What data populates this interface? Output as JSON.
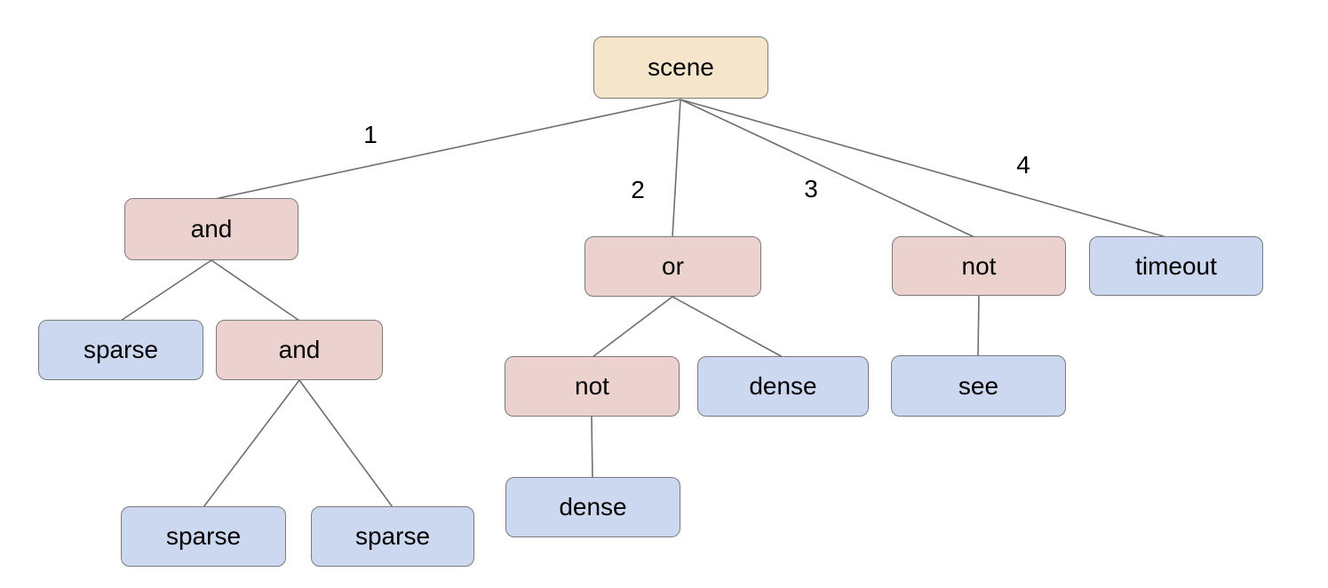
{
  "diagram": {
    "background": "#ffffff",
    "colors": {
      "root_fill": "#f5e6cb",
      "operator_fill": "#ecd2cf",
      "leaf_fill": "#ccd8f0",
      "node_border": "#7b7b7b",
      "edge_line": "#6e6e6e",
      "text": "#000000"
    },
    "nodes": [
      {
        "id": "scene",
        "label": "scene",
        "role": "root"
      },
      {
        "id": "and-1",
        "label": "and",
        "role": "operator"
      },
      {
        "id": "or-1",
        "label": "or",
        "role": "operator"
      },
      {
        "id": "not-1",
        "label": "not",
        "role": "operator"
      },
      {
        "id": "timeout",
        "label": "timeout",
        "role": "leaf"
      },
      {
        "id": "sparse-1",
        "label": "sparse",
        "role": "leaf"
      },
      {
        "id": "and-2",
        "label": "and",
        "role": "operator"
      },
      {
        "id": "not-2",
        "label": "not",
        "role": "operator"
      },
      {
        "id": "dense-1",
        "label": "dense",
        "role": "leaf"
      },
      {
        "id": "see",
        "label": "see",
        "role": "leaf"
      },
      {
        "id": "dense-2",
        "label": "dense",
        "role": "leaf"
      },
      {
        "id": "sparse-2",
        "label": "sparse",
        "role": "leaf"
      },
      {
        "id": "sparse-3",
        "label": "sparse",
        "role": "leaf"
      }
    ],
    "edges": [
      {
        "from": "scene",
        "to": "and-1",
        "label": "1"
      },
      {
        "from": "scene",
        "to": "or-1",
        "label": "2"
      },
      {
        "from": "scene",
        "to": "not-1",
        "label": "3"
      },
      {
        "from": "scene",
        "to": "timeout",
        "label": "4"
      },
      {
        "from": "and-1",
        "to": "sparse-1",
        "label": ""
      },
      {
        "from": "and-1",
        "to": "and-2",
        "label": ""
      },
      {
        "from": "and-2",
        "to": "sparse-2",
        "label": ""
      },
      {
        "from": "and-2",
        "to": "sparse-3",
        "label": ""
      },
      {
        "from": "or-1",
        "to": "not-2",
        "label": ""
      },
      {
        "from": "or-1",
        "to": "dense-1",
        "label": ""
      },
      {
        "from": "not-2",
        "to": "dense-2",
        "label": ""
      },
      {
        "from": "not-1",
        "to": "see",
        "label": ""
      }
    ]
  }
}
